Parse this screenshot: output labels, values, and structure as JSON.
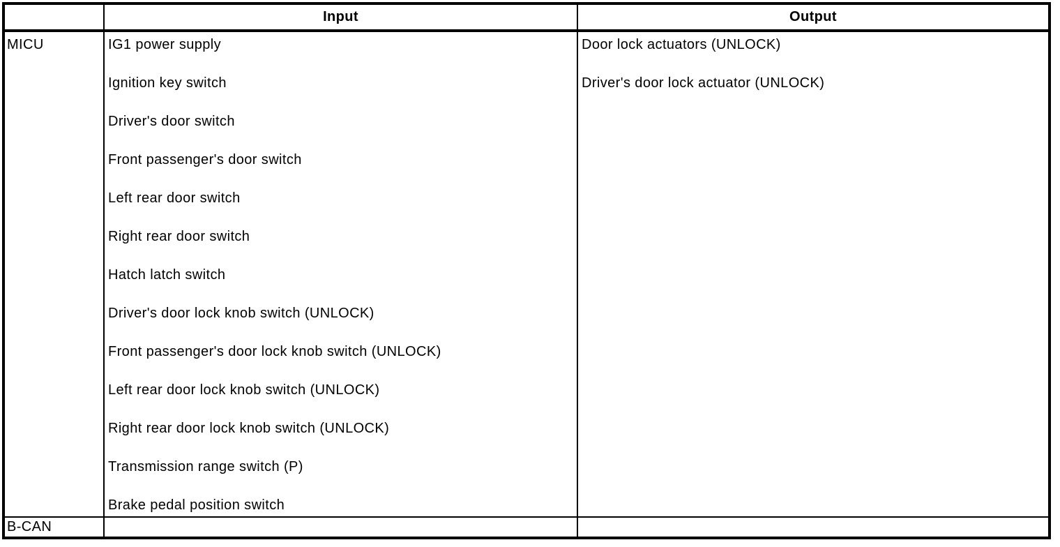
{
  "table": {
    "headers": {
      "corner": "",
      "input": "Input",
      "output": "Output"
    },
    "rows": [
      {
        "label": "MICU",
        "inputs": [
          "IG1 power supply",
          "Ignition key switch",
          "Driver's door switch",
          "Front passenger's door switch",
          "Left rear door switch",
          "Right rear door switch",
          "Hatch latch switch",
          "Driver's door lock knob switch (UNLOCK)",
          "Front passenger's door lock knob switch (UNLOCK)",
          "Left rear door lock knob switch (UNLOCK)",
          "Right rear door lock knob switch (UNLOCK)",
          "Transmission range switch (P)",
          "Brake pedal position switch"
        ],
        "outputs": [
          "Door lock actuators (UNLOCK)",
          "Driver's door lock actuator (UNLOCK)"
        ]
      },
      {
        "label": "B-CAN",
        "inputs": [],
        "outputs": []
      }
    ]
  },
  "colors": {
    "border": "#000000",
    "background": "#ffffff",
    "text": "#000000"
  }
}
